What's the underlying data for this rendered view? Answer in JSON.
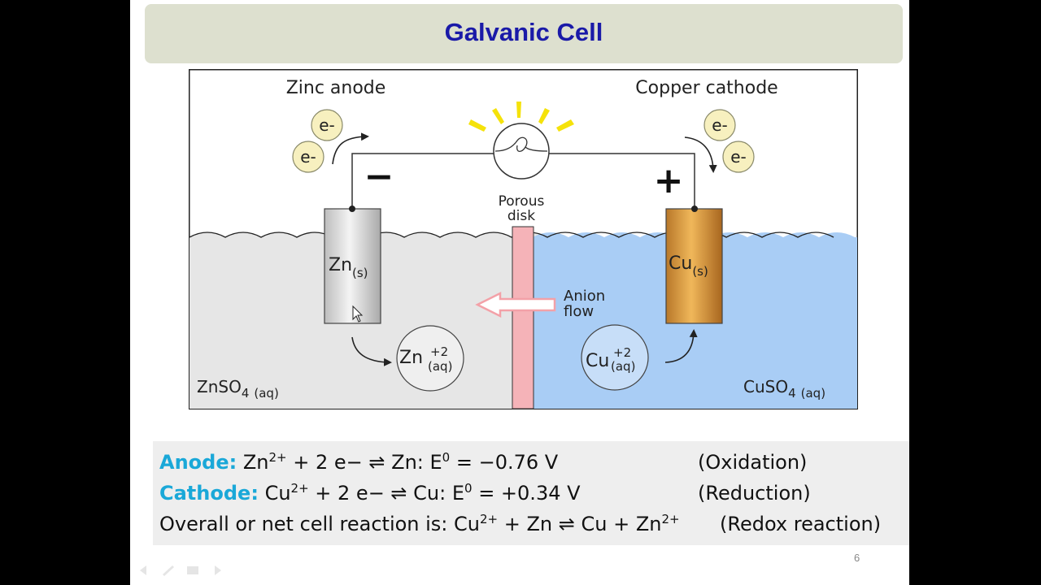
{
  "slide": {
    "title": "Galvanic Cell",
    "page_number": "6"
  },
  "diagram": {
    "anode_label": "Zinc anode",
    "cathode_label": "Copper cathode",
    "electron": "e-",
    "minus_sign": "−",
    "plus_sign": "+",
    "porous_label_1": "Porous",
    "porous_label_2": "disk",
    "anion_label_1": "Anion",
    "anion_label_2": "flow",
    "zn_electrode": "Zn",
    "zn_state": "(s)",
    "cu_electrode": "Cu",
    "cu_state": "(s)",
    "zn_ion": "Zn",
    "cu_ion": "Cu",
    "ion_charge": "+2",
    "ion_state": "(aq)",
    "left_solution": "ZnSO",
    "right_solution": "CuSO",
    "solution_sub": "4",
    "solution_state": "(aq)",
    "colors": {
      "left_solution": "#e6e6e6",
      "right_solution": "#a9cdf5",
      "porous_disk": "#f5b3b8",
      "copper": "#d99a3a",
      "electron_fill": "#f7f0bf",
      "bulb_rays": "#f5e20a"
    }
  },
  "equations": {
    "anode_label": "Anode:",
    "anode_text_a": "Zn",
    "anode_sup_a": "2+",
    "anode_text_b": " + 2 e− ⇌ Zn: E",
    "anode_sup_b": "0",
    "anode_text_c": " = −0.76 V",
    "anode_tag": "(Oxidation)",
    "cathode_label": "Cathode:",
    "cathode_text_a": "Cu",
    "cathode_sup_a": "2+",
    "cathode_text_b": " + 2 e− ⇌ Cu: E",
    "cathode_sup_b": "0",
    "cathode_text_c": " = +0.34 V",
    "cathode_tag": "(Reduction)",
    "overall_text_a": "Overall or net cell reaction is: Cu",
    "overall_sup_a": "2+",
    "overall_text_b": " + Zn ⇌ Cu + Zn",
    "overall_sup_b": "2+",
    "overall_tag": "(Redox reaction)"
  }
}
